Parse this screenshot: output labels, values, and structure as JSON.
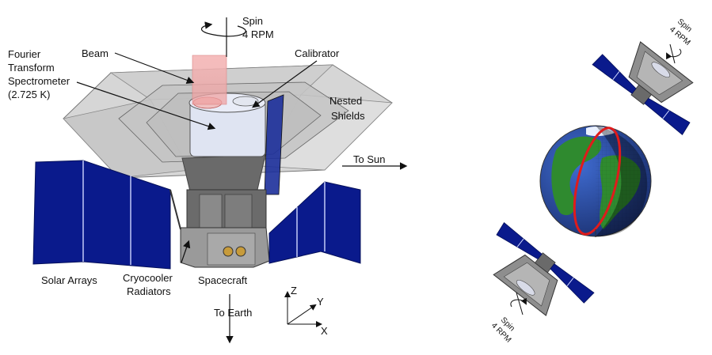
{
  "labels": {
    "spin_top": "Spin",
    "spin_top_rate": "4 RPM",
    "beam": "Beam",
    "fts_line1": "Fourier",
    "fts_line2": "Transform",
    "fts_line3": "Spectrometer",
    "fts_line4": "(2.725 K)",
    "calibrator": "Calibrator",
    "nested_line1": "Nested",
    "nested_line2": "Shields",
    "to_sun": "To Sun",
    "solar_arrays": "Solar Arrays",
    "cryo_line1": "Cryocooler",
    "cryo_line2": "Radiators",
    "spacecraft": "Spacecraft",
    "to_earth": "To Earth",
    "axis_z": "Z",
    "axis_y": "Y",
    "axis_x": "X",
    "spin_upper": "Spin",
    "spin_upper_rate": "4 RPM",
    "spin_lower": "Spin",
    "spin_lower_rate": "4 RPM"
  },
  "colors": {
    "solar_panel": "#0a1a8c",
    "shield": "#d9d9d9",
    "beam": "#f2b0b0",
    "earth_ocean": "#2a4fa8",
    "earth_land": "#2f8a2f",
    "orbit": "#e01b1b"
  }
}
